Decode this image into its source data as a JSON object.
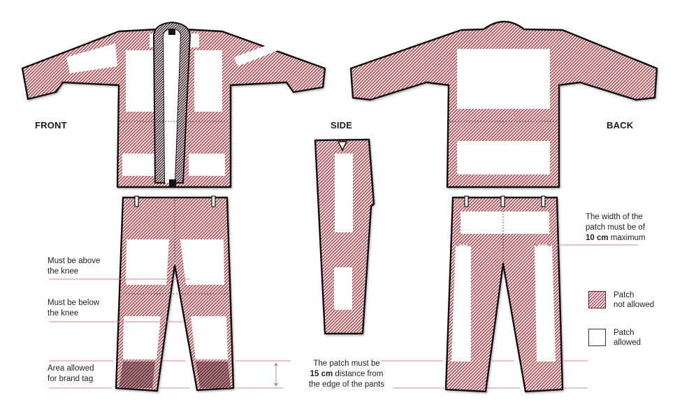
{
  "views": {
    "front": {
      "label": "FRONT"
    },
    "side": {
      "label": "SIDE"
    },
    "back": {
      "label": "BACK"
    }
  },
  "annotations": {
    "above_knee": {
      "line1": "Must be above",
      "line2": "the knee"
    },
    "below_knee": {
      "line1": "Must be below",
      "line2": "the knee"
    },
    "brand_tag": {
      "line1": "Area allowed",
      "line2": "for brand tag"
    },
    "edge_distance": {
      "line1": "The patch must be",
      "line2_bold": "15 cm",
      "line2_rest": " distance from",
      "line3": "the edge of the pants"
    },
    "patch_width": {
      "line1": "The width of the",
      "line2": "patch must be of",
      "line3_bold": "10 cm",
      "line3_rest": " maximum"
    }
  },
  "legend": {
    "items": [
      {
        "line1": "Patch",
        "line2": "not allowed",
        "type": "hatched"
      },
      {
        "line1": "Patch",
        "line2": "allowed",
        "type": "plain"
      }
    ]
  },
  "colors": {
    "hatch_dark": "#a03a44",
    "hatch_light": "#f6e2e3",
    "outline": "#111111",
    "guide_line": "#c98a90",
    "brand_tag_fill": "#7e4a4f"
  }
}
